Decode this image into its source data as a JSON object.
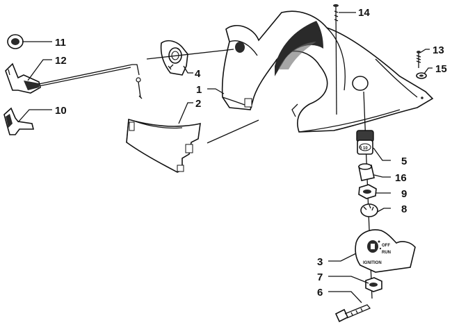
{
  "callouts": [
    {
      "id": "1",
      "label": "1"
    },
    {
      "id": "2",
      "label": "2"
    },
    {
      "id": "3",
      "label": "3"
    },
    {
      "id": "4",
      "label": "4"
    },
    {
      "id": "5",
      "label": "5"
    },
    {
      "id": "6",
      "label": "6"
    },
    {
      "id": "7",
      "label": "7"
    },
    {
      "id": "8",
      "label": "8"
    },
    {
      "id": "9",
      "label": "9"
    },
    {
      "id": "10",
      "label": "10"
    },
    {
      "id": "11",
      "label": "11"
    },
    {
      "id": "12",
      "label": "12"
    },
    {
      "id": "13",
      "label": "13"
    },
    {
      "id": "14",
      "label": "14"
    },
    {
      "id": "15",
      "label": "15"
    },
    {
      "id": "16",
      "label": "16"
    }
  ],
  "plate": {
    "ignition": "IGNITION",
    "off": "OFF",
    "run": "RUN"
  }
}
